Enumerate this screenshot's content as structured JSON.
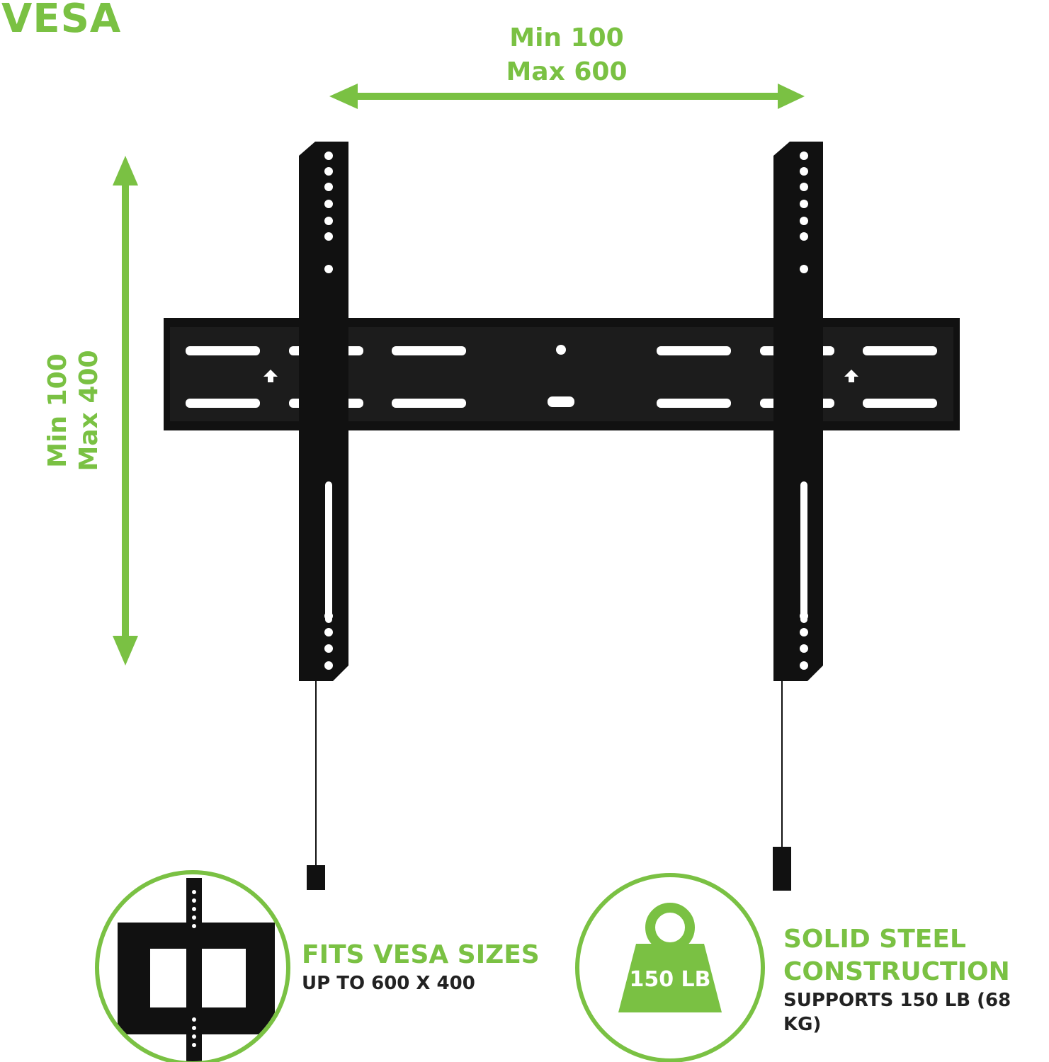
{
  "heading": "VESA",
  "width_dimension": {
    "min": "Min 100",
    "max": "Max 600"
  },
  "height_dimension": {
    "min": "Min 100",
    "max": "Max 400"
  },
  "features": [
    {
      "title": "FITS VESA SIZES",
      "subtitle": "UP TO 600 X 400",
      "icon": "vesa-bracket-icon"
    },
    {
      "title_line1": "SOLID STEEL",
      "title_line2": "CONSTRUCTION",
      "subtitle": "SUPPORTS 150 LB (68 KG)",
      "icon": "weight-icon",
      "weight_label": "150 LB"
    }
  ],
  "colors": {
    "accent": "#7ac143",
    "bracket": "#111111"
  }
}
